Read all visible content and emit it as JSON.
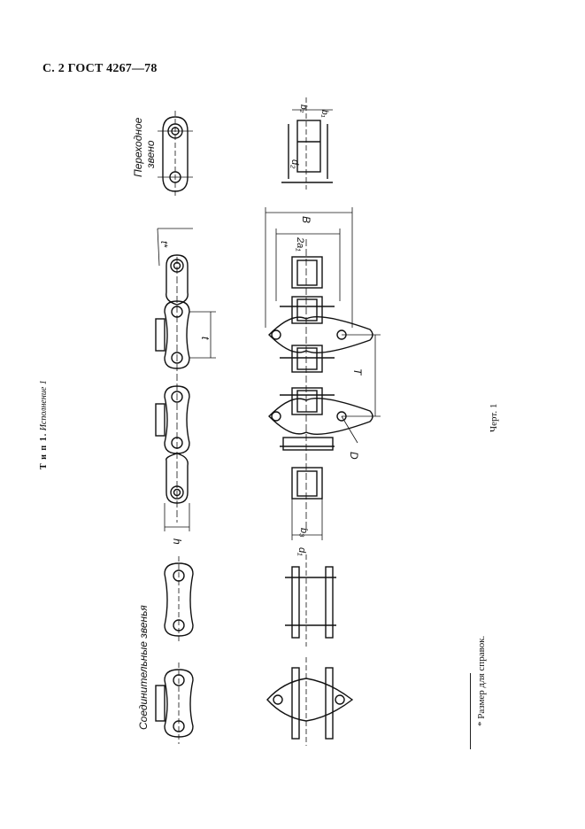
{
  "header": {
    "text": "С. 2 ГОСТ 4267—78"
  },
  "type_caption": {
    "label": "Т и п 1.",
    "execution": "Исполнение 1"
  },
  "figure_label": "Черт. 1",
  "footnote": "* Размер для справок.",
  "drawing_labels": {
    "transition_link_line1": "Переходное",
    "transition_link_line2": "звено",
    "connecting_links": "Соединительные звенья",
    "dim_h": "h",
    "dim_t": "t",
    "dim_t_star": "t*",
    "dim_B": "B",
    "dim_2a1": "2a₁",
    "dim_T": "T",
    "dim_D": "D",
    "dim_b3": "b₃",
    "dim_d1": "d₁",
    "dim_d2": "d₂",
    "dim_b2": "b₂",
    "dim_b1": "b₁"
  }
}
